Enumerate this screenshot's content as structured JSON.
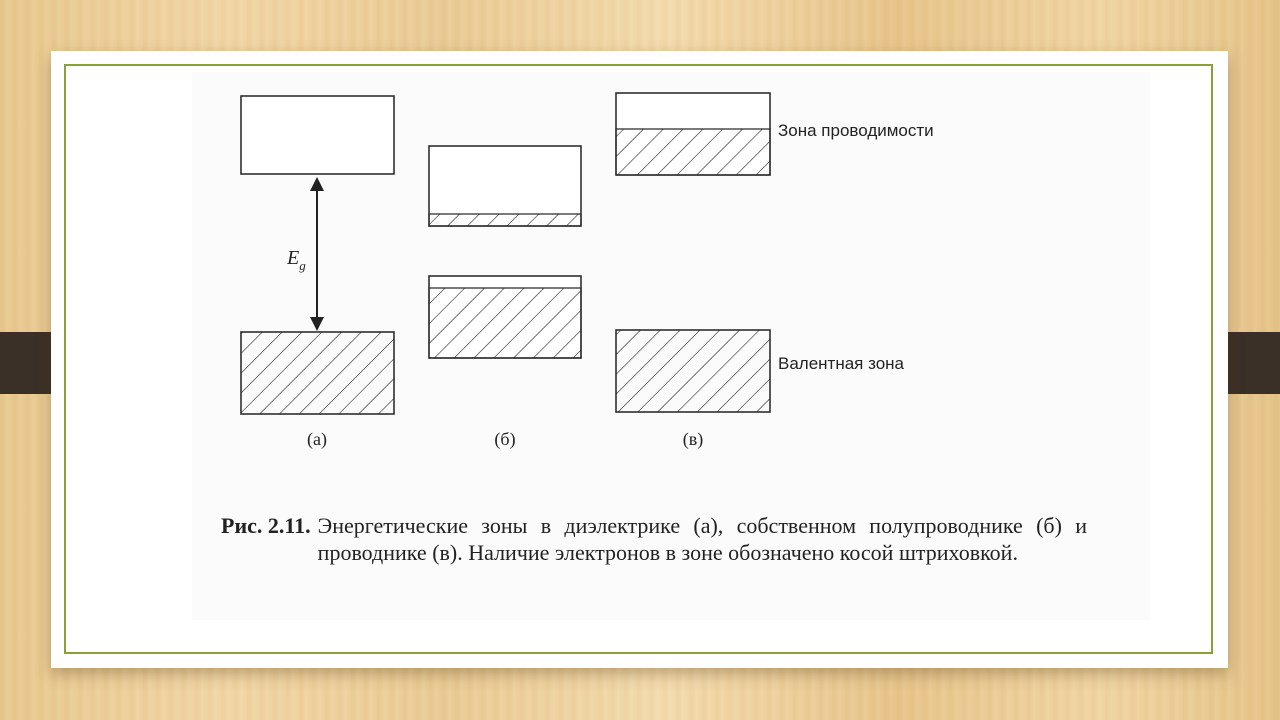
{
  "bands": {
    "gap_symbol": "E",
    "gap_subscript": "g",
    "conduction_label": "Зона проводимости",
    "valence_label": "Валентная зона",
    "panel_labels": [
      "(а)",
      "(б)",
      "(в)"
    ]
  },
  "caption": {
    "label": "Рис. 2.11.",
    "text": "Энергетические зоны в диэлектрике (а), собственном полупроводнике (б) и проводнике (в). Наличие электронов в зоне обозначено косой штриховкой."
  },
  "colors": {
    "frame": "#8aa13a",
    "tab": "#3a3027",
    "ink": "#222222"
  }
}
